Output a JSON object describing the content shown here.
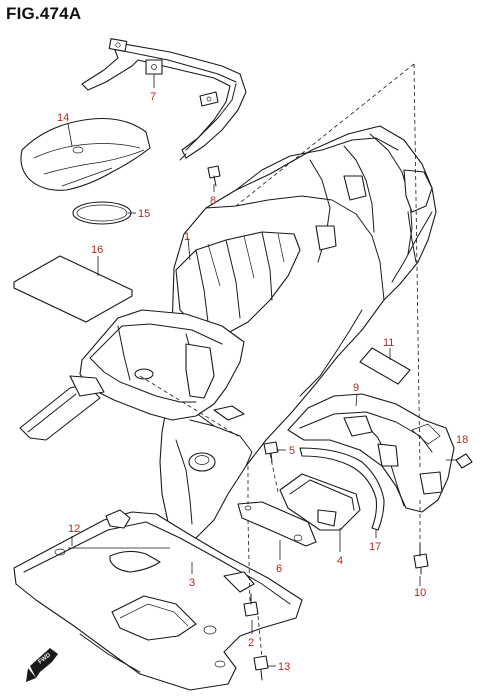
{
  "figure": {
    "title": "FIG.474A"
  },
  "fwd_label": "FWD",
  "accent_color": "#b22a1e",
  "parts": [
    {
      "id": "p1",
      "number": "1"
    },
    {
      "id": "p2",
      "number": "2"
    },
    {
      "id": "p3",
      "number": "3"
    },
    {
      "id": "p4",
      "number": "4"
    },
    {
      "id": "p5",
      "number": "5"
    },
    {
      "id": "p6",
      "number": "6"
    },
    {
      "id": "p7",
      "number": "7"
    },
    {
      "id": "p8",
      "number": "8"
    },
    {
      "id": "p9",
      "number": "9"
    },
    {
      "id": "p10",
      "number": "10"
    },
    {
      "id": "p11",
      "number": "11"
    },
    {
      "id": "p12",
      "number": "12"
    },
    {
      "id": "p13",
      "number": "13"
    },
    {
      "id": "p14",
      "number": "14"
    },
    {
      "id": "p15",
      "number": "15"
    },
    {
      "id": "p16",
      "number": "16"
    },
    {
      "id": "p17",
      "number": "17"
    },
    {
      "id": "p18",
      "number": "18"
    }
  ]
}
